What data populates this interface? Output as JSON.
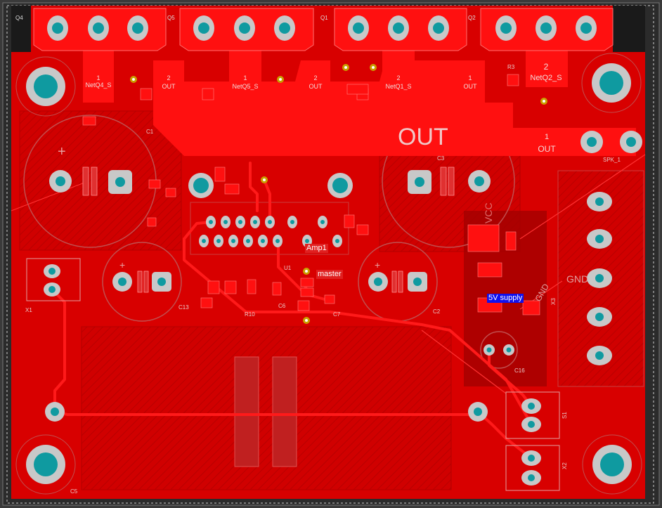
{
  "colors": {
    "board_bg": "#2b2b2b",
    "board_fill": "#d80000",
    "copper_bright": "#ff1010",
    "copper_dark": "#b00000",
    "pad_hole": "#0f9aa0",
    "pad_ring": "#c8c8c8",
    "silk": "#e8e8e8",
    "outline": "#bbbbbb",
    "label_red_bg": "#e02020",
    "label_blue_bg": "#1010ee"
  },
  "labels": {
    "out_big": "OUT",
    "q4": "Q4",
    "q5": "Q5",
    "q1": "Q1",
    "q2": "Q2",
    "q4_pad": "1",
    "q4_net": "NetQ4_S",
    "q4_out_num": "2",
    "q4_out": "OUT",
    "q5_pad": "1",
    "q5_net": "NetQ5_S",
    "q5_out_num": "2",
    "q5_out": "OUT",
    "q1_pad": "2",
    "q1_net": "NetQ1_S",
    "q1_out_num": "1",
    "q1_out": "OUT",
    "q2_pad": "2",
    "q2_net": "NetQ2_S",
    "out_conn_num": "1",
    "out_conn": "OUT",
    "amp1": "Amp1",
    "master": "master",
    "supply": "5V supply",
    "vcc": "VCC",
    "gnd": "GND",
    "gnd2": "GND",
    "c1": "C1",
    "c2": "C2",
    "c3": "C3",
    "c5": "C5",
    "c6": "C6",
    "c7": "C7",
    "c13": "C13",
    "c16": "C16",
    "r3": "R3",
    "r10": "R10",
    "u1": "U1",
    "x1": "X1",
    "x2": "X2",
    "x3": "X3",
    "s1": "S1",
    "spk": "SPK_1"
  }
}
